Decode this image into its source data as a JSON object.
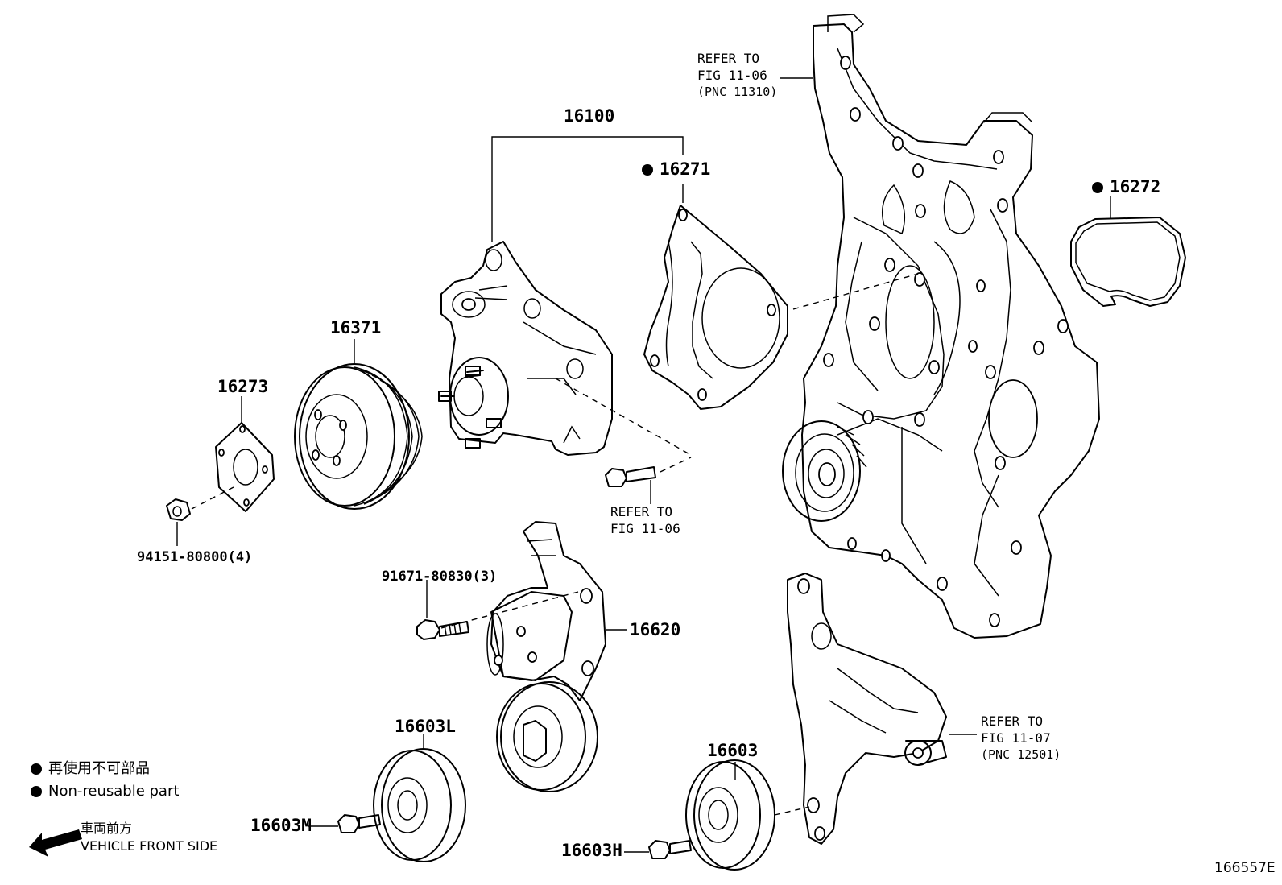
{
  "parts": {
    "p16100": "16100",
    "p16271": "16271",
    "p16272": "16272",
    "p16371": "16371",
    "p16273": "16273",
    "p94151": "94151-80800(4)",
    "p91671": "91671-80830(3)",
    "p16620": "16620",
    "p16603L": "16603L",
    "p16603": "16603",
    "p16603M": "16603M",
    "p16603H": "16603H"
  },
  "refs": {
    "ref_1106_top": {
      "line1": "REFER TO",
      "line2": "FIG 11-06",
      "line3": "(PNC 11310)"
    },
    "ref_1106_bolt": {
      "line1": "REFER TO",
      "line2": "FIG 11-06"
    },
    "ref_1107": {
      "line1": "REFER TO",
      "line2": "FIG 11-07",
      "line3": "(PNC 12501)"
    }
  },
  "legend": {
    "jp": "再使用不可部品",
    "en": "Non-reusable part"
  },
  "vehicle_front": {
    "jp": "車両前方",
    "en": "VEHICLE FRONT SIDE"
  },
  "figure_id": "166557E"
}
